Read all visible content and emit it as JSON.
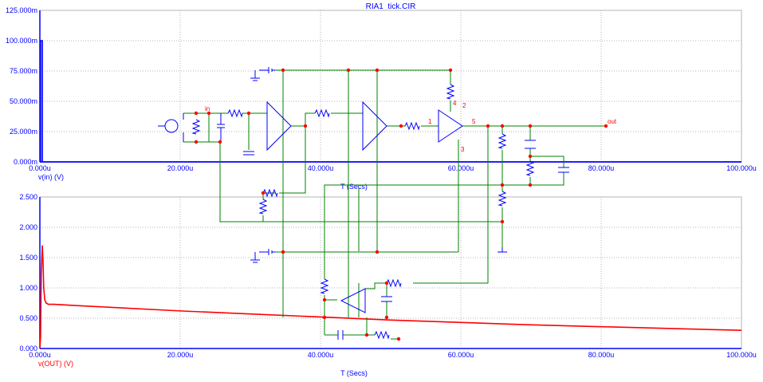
{
  "window": {
    "title": "RIA1_tick.CIR"
  },
  "colors": {
    "axis": "#0000ff",
    "grid": "#b4b4b4",
    "trace_in": "#0000ff",
    "trace_out": "#ff0000",
    "schematic_wire": "#008000",
    "schematic_part": "#0000ff",
    "schematic_node": "#ff0000"
  },
  "schematic": {
    "node_labels": [
      "in",
      "out",
      "1",
      "2",
      "3",
      "4",
      "5"
    ]
  },
  "chart_data": [
    {
      "type": "line",
      "title": "RIA1_tick.CIR",
      "xlabel": "T (Secs)",
      "ylabel": "",
      "x_unit": "u",
      "xlim": [
        0,
        100
      ],
      "ylim": [
        0,
        125
      ],
      "grid": true,
      "x_tick_labels": [
        "0.000u",
        "20.000u",
        "40.000u",
        "60.000u",
        "80.000u",
        "100.000u"
      ],
      "y_tick_labels": [
        "0.000m",
        "25.000m",
        "50.000m",
        "75.000m",
        "100.000m",
        "125.000m"
      ],
      "series": [
        {
          "name": "v(in) (V)",
          "color": "#0000ff",
          "x": [
            0,
            0.1,
            0.1,
            0.35,
            0.35,
            100
          ],
          "y": [
            0,
            0,
            100,
            100,
            0,
            0
          ]
        }
      ]
    },
    {
      "type": "line",
      "title": "",
      "xlabel": "T (Secs)",
      "ylabel": "",
      "x_unit": "u",
      "xlim": [
        0,
        100
      ],
      "ylim": [
        0,
        2.5
      ],
      "grid": true,
      "x_tick_labels": [
        "0.000u",
        "20.000u",
        "40.000u",
        "60.000u",
        "80.000u",
        "100.000u"
      ],
      "y_tick_labels": [
        "0.000",
        "0.500",
        "1.000",
        "1.500",
        "2.000",
        "2.500"
      ],
      "series": [
        {
          "name": "v(OUT) (V)",
          "color": "#ff0000",
          "x": [
            0,
            0.1,
            0.2,
            0.3,
            0.35,
            0.45,
            0.55,
            0.7,
            0.9,
            1.2,
            2,
            5,
            10,
            20,
            30,
            40,
            50,
            60,
            70,
            80,
            90,
            100
          ],
          "y": [
            0,
            0.2,
            1.25,
            1.55,
            1.7,
            1.45,
            1.0,
            0.8,
            0.75,
            0.73,
            0.73,
            0.71,
            0.68,
            0.62,
            0.57,
            0.52,
            0.47,
            0.43,
            0.39,
            0.36,
            0.33,
            0.3
          ]
        }
      ]
    }
  ]
}
